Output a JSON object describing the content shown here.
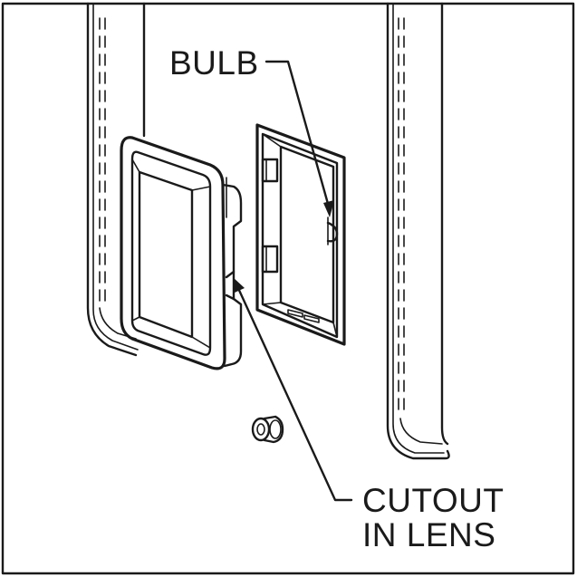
{
  "callouts": {
    "bulb": "BULB",
    "cutout_line1": "CUTOUT",
    "cutout_line2": "IN LENS"
  },
  "colors": {
    "line": "#1a1a1a",
    "background": "#ffffff"
  }
}
